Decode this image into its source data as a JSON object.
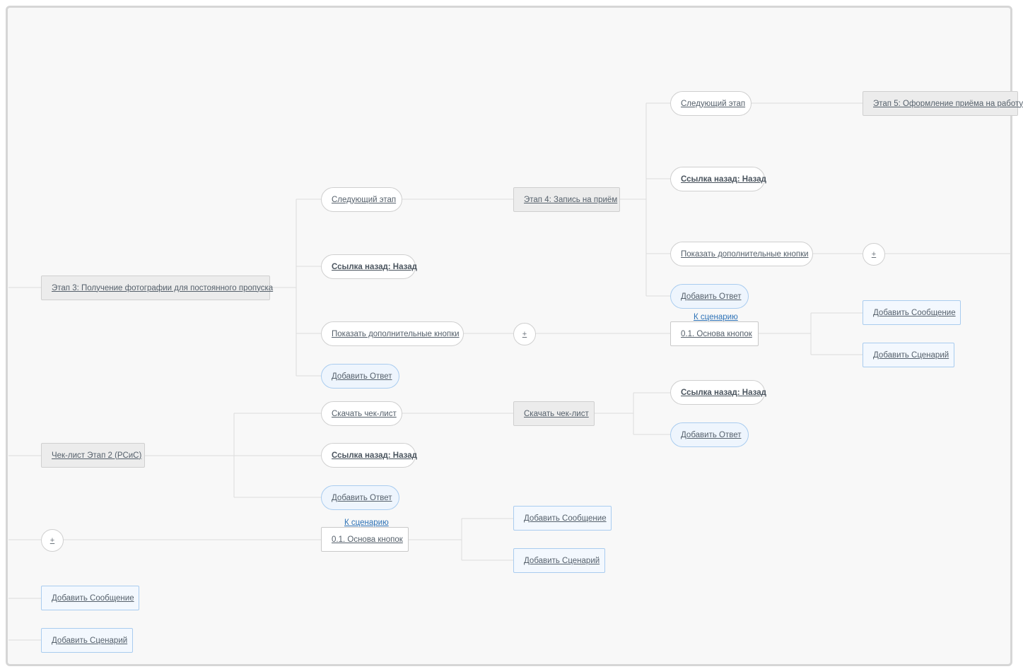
{
  "nodes": {
    "stage3": "Этап 3: Получение фотографии для постоянного пропуска",
    "next_step_1": "Следующий этап",
    "back_link_1": "Ссылка назад: Назад",
    "show_more_1": "Показать дополнительные кнопки",
    "add_answer_1": "Добавить Ответ",
    "stage4": "Этап 4: Запись на приём",
    "next_step_2": "Следующий этап",
    "back_link_2": "Ссылка назад: Назад",
    "show_more_2": "Показать дополнительные кнопки",
    "add_answer_2": "Добавить Ответ",
    "stage5": "Этап 5: Оформление приёма на работу",
    "to_scenario_1": "К сценарию",
    "base_buttons_1": "0.1. Основа кнопок",
    "add_message_1": "Добавить Сообщение",
    "add_scenario_1": "Добавить Сценарий",
    "checklist_stage2": "Чек-лист Этап 2 (РСиС)",
    "download_checklist_pill": "Скачать чек-лист",
    "back_link_3": "Ссылка назад: Назад",
    "add_answer_3": "Добавить Ответ",
    "download_checklist_stage": "Скачать чек-лист",
    "back_link_4": "Ссылка назад: Назад",
    "add_answer_4": "Добавить Ответ",
    "to_scenario_2": "К сценарию",
    "base_buttons_2": "0.1. Основа кнопок",
    "add_message_2": "Добавить Сообщение",
    "add_scenario_2": "Добавить Сценарий",
    "add_message_3": "Добавить Сообщение",
    "add_scenario_3": "Добавить Сценарий"
  },
  "plus_label": "+",
  "colors": {
    "canvas_bg": "#f8f8f8",
    "stage_bg": "#ececec",
    "blue_border": "#a9ccef",
    "link_blue": "#2f73b7",
    "connector": "#dcdcdc"
  }
}
